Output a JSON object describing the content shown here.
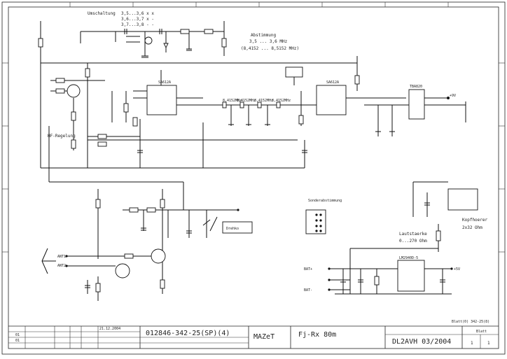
{
  "switch": {
    "title": "Umschaltung",
    "rows": [
      "3,5...3,6  x   x",
      "3,6...3,7   x   -",
      "3,7...3,8   -   -"
    ]
  },
  "tuning": {
    "title": "Abstimmung",
    "range": "3,5 ... 3,6 MHz",
    "range_ref": "(8,4152 ... 8,5152 MHz)"
  },
  "labels": {
    "hf_regelung": "HF-Regelung",
    "kopfhoerer": "Kopfhoerer",
    "kopfhoerer_ohm": "2x32 Ohm",
    "lautstaerke": "Lautstaerke",
    "lautstaerke_ohm": "0...270 Ohm",
    "sonderabstimmung": "Sonderabstimmung",
    "drehkondensator": "Drehko",
    "batt_plus": "BAT+",
    "batt_minus": "BAT-",
    "ant1": "ANT1",
    "ant2": "ANT2",
    "vcc": "+9V",
    "plus5v": "+5V",
    "sheet_ref": "Blatt(0) 342-25(8)"
  },
  "ics": {
    "sa612a_1": "SA612A",
    "sa612a_2": "SA612A",
    "tda_amp": "TBA820",
    "reg": "LM2940D-5"
  },
  "crystals": {
    "q1": "8,4152MHz",
    "q2": "8,4152MHz",
    "q3": "8,4152MHz",
    "q4": "8,4152MHz"
  },
  "title_block": {
    "doc_number": "012846-342-25(SP)(4)",
    "company": "MAZeT",
    "title": "Fj-Rx 80m",
    "author_date": "DL2AVH 03/2004",
    "date": "21.12.2004",
    "row1": "01",
    "row2": "01",
    "sheet_label": "Blatt",
    "sheet_num": "1",
    "sheet_total": "1"
  }
}
